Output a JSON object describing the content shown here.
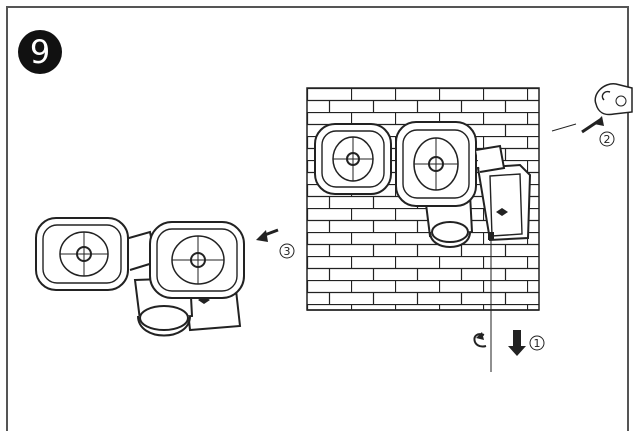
{
  "step": {
    "number": "9"
  },
  "callouts": [
    {
      "label": "①",
      "action": "loosen-and-pull-down"
    },
    {
      "label": "②",
      "action": "press-release"
    },
    {
      "label": "③",
      "action": "remove-light"
    }
  ],
  "colors": {
    "line": "#222222",
    "badge": "#111111",
    "background": "#ffffff"
  }
}
